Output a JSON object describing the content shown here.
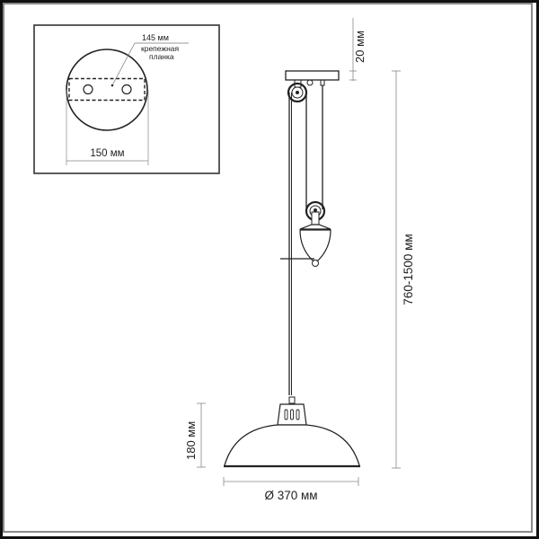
{
  "drawing": {
    "inset": {
      "mounting_bar_length": "145 мм",
      "mounting_bar_label_line1": "крепежная",
      "mounting_bar_label_line2": "планка",
      "canopy_diameter": "150 мм"
    },
    "dimensions": {
      "canopy_height": "20 мм",
      "total_height": "760-1500 мм",
      "shade_height": "180 мм",
      "shade_diameter": "Ø 370 мм"
    }
  },
  "colors": {
    "line": "#222222",
    "dim_line": "#777777",
    "frame_outer": "#111111",
    "frame_inner": "#8a8a8a"
  }
}
